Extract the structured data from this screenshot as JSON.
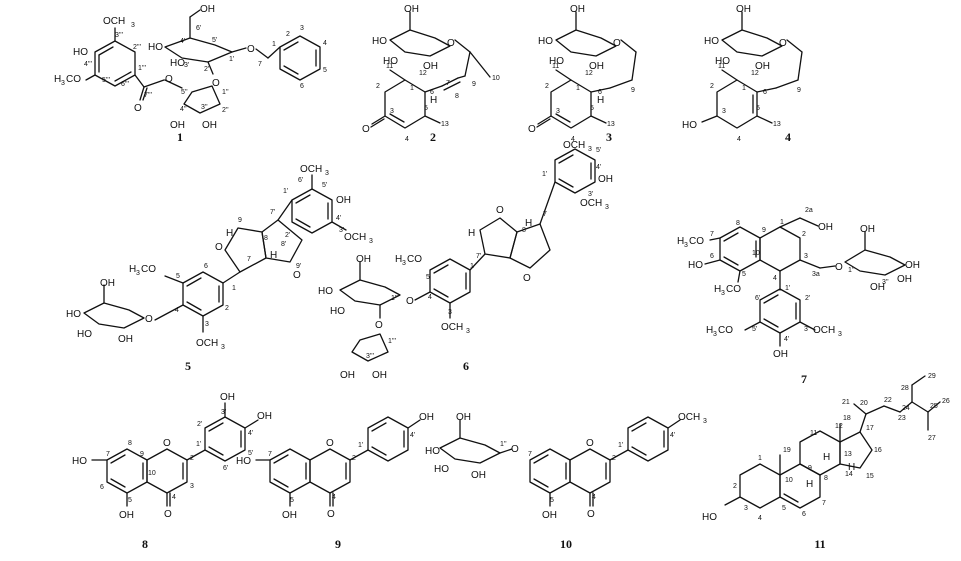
{
  "compounds": [
    {
      "id": "1",
      "labels": {
        "OCH3": "OCH3",
        "HO": "HO",
        "OH": "OH",
        "H3CO": "H3CO",
        "O": "O"
      }
    },
    {
      "id": "2"
    },
    {
      "id": "3"
    },
    {
      "id": "4"
    },
    {
      "id": "5"
    },
    {
      "id": "6"
    },
    {
      "id": "7"
    },
    {
      "id": "8"
    },
    {
      "id": "9"
    },
    {
      "id": "10"
    },
    {
      "id": "11"
    }
  ],
  "text": {
    "OCH3": "OCH",
    "H3CO": "H",
    "HO": "HO",
    "OH": "OH",
    "O": "O",
    "H": "H",
    "three": "3",
    "CO": "CO"
  }
}
